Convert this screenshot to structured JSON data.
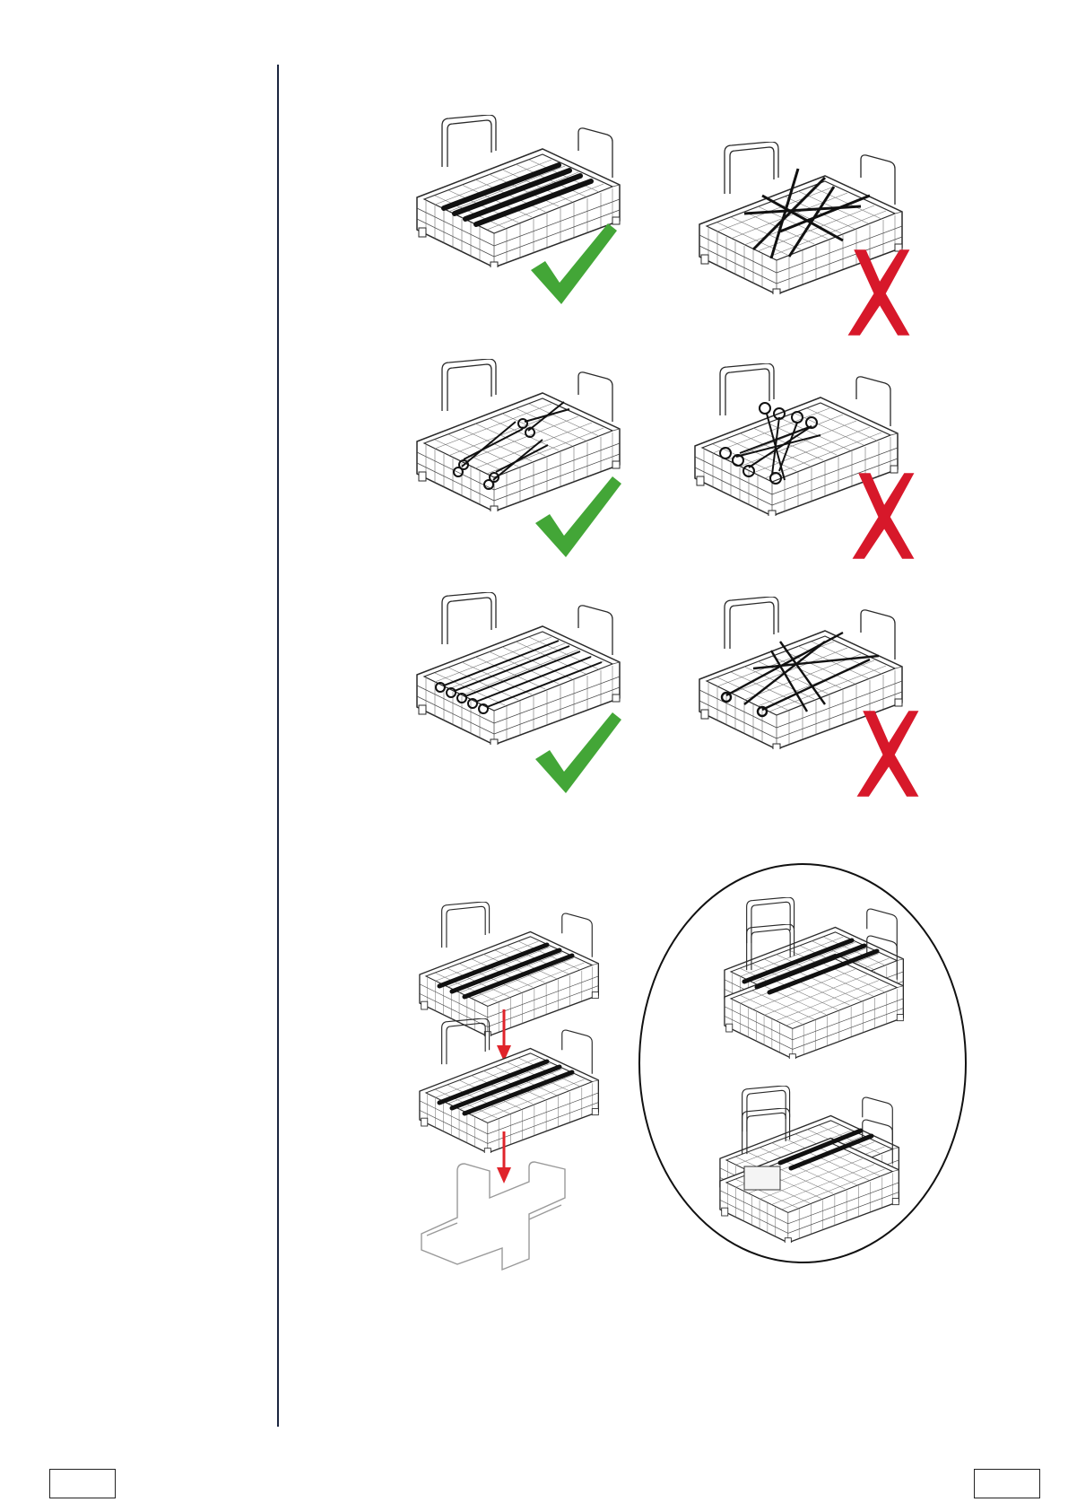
{
  "colors": {
    "check": "#43a637",
    "cross": "#d7182a",
    "arrow": "#e0242b",
    "line": "#2a2a2a",
    "rule": "#1b2540"
  },
  "icons": [
    "check-icon",
    "cross-icon",
    "arrow-down-icon"
  ],
  "rows": [
    {
      "correct": "check-icon",
      "incorrect": "cross-icon",
      "contents": "instruments-aligned"
    },
    {
      "correct": "check-icon",
      "incorrect": "cross-icon",
      "contents": "scissors"
    },
    {
      "correct": "check-icon",
      "incorrect": "cross-icon",
      "contents": "clamps"
    }
  ],
  "stacking": {
    "arrows": 2,
    "detail": "stacked-baskets"
  }
}
